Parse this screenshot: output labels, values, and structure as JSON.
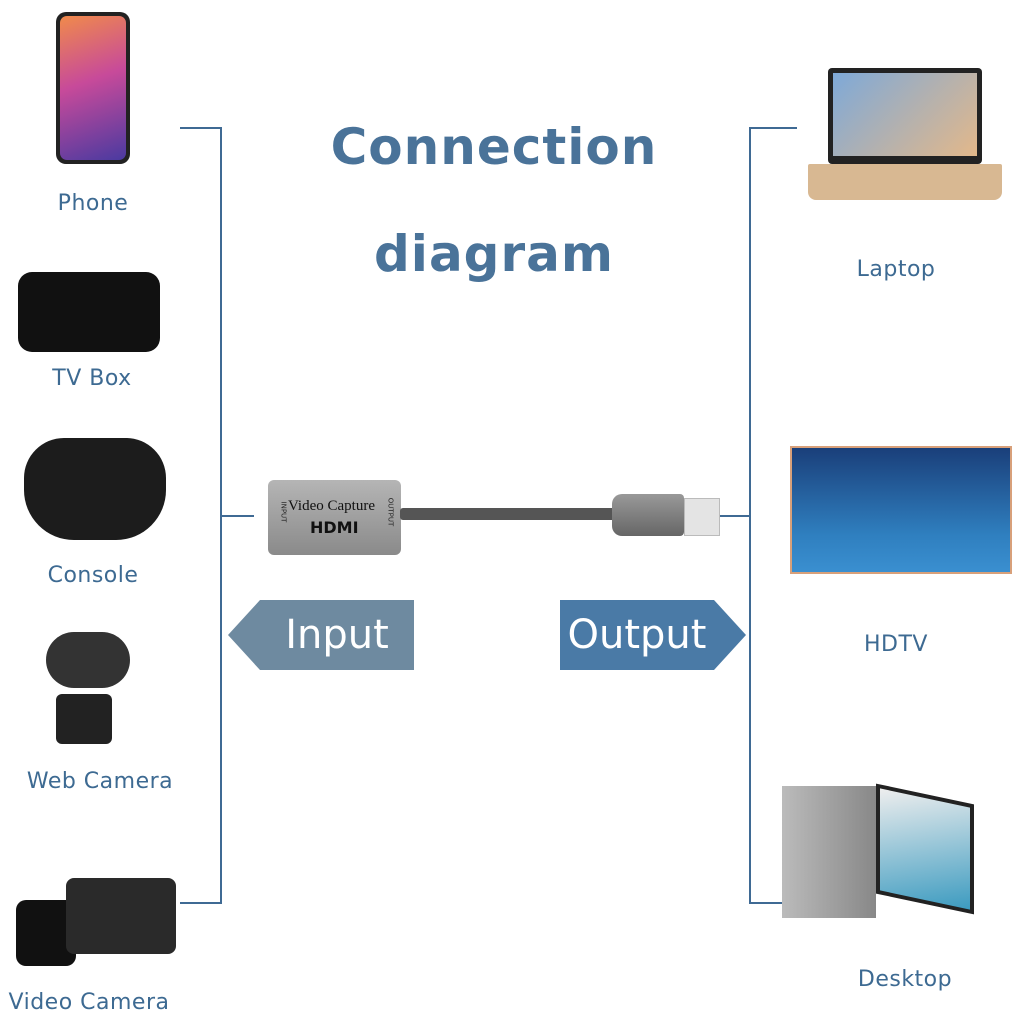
{
  "title": {
    "line1": "Connection",
    "line2": "diagram"
  },
  "inputs": [
    {
      "label": "Phone",
      "icon": "phone-icon"
    },
    {
      "label": "TV Box",
      "icon": "tv-box-icon"
    },
    {
      "label": "Console",
      "icon": "gamepad-icon"
    },
    {
      "label": "Web Camera",
      "icon": "webcam-icon"
    },
    {
      "label": "Video Camera",
      "icon": "camcorder-icon"
    }
  ],
  "outputs": [
    {
      "label": "Laptop",
      "icon": "laptop-icon"
    },
    {
      "label": "HDTV",
      "icon": "tv-icon"
    },
    {
      "label": "Desktop",
      "icon": "desktop-icon"
    }
  ],
  "device": {
    "name": "Video Capture",
    "type": "HDMI",
    "port_in": "INPUT",
    "port_out": "OUTPUT"
  },
  "arrows": {
    "input": "Input",
    "output": "Output"
  },
  "colors": {
    "title": "#4a7399",
    "lines": "#3f6a94",
    "input_arrow": "#6e8aa0",
    "output_arrow": "#4a7aa6"
  }
}
